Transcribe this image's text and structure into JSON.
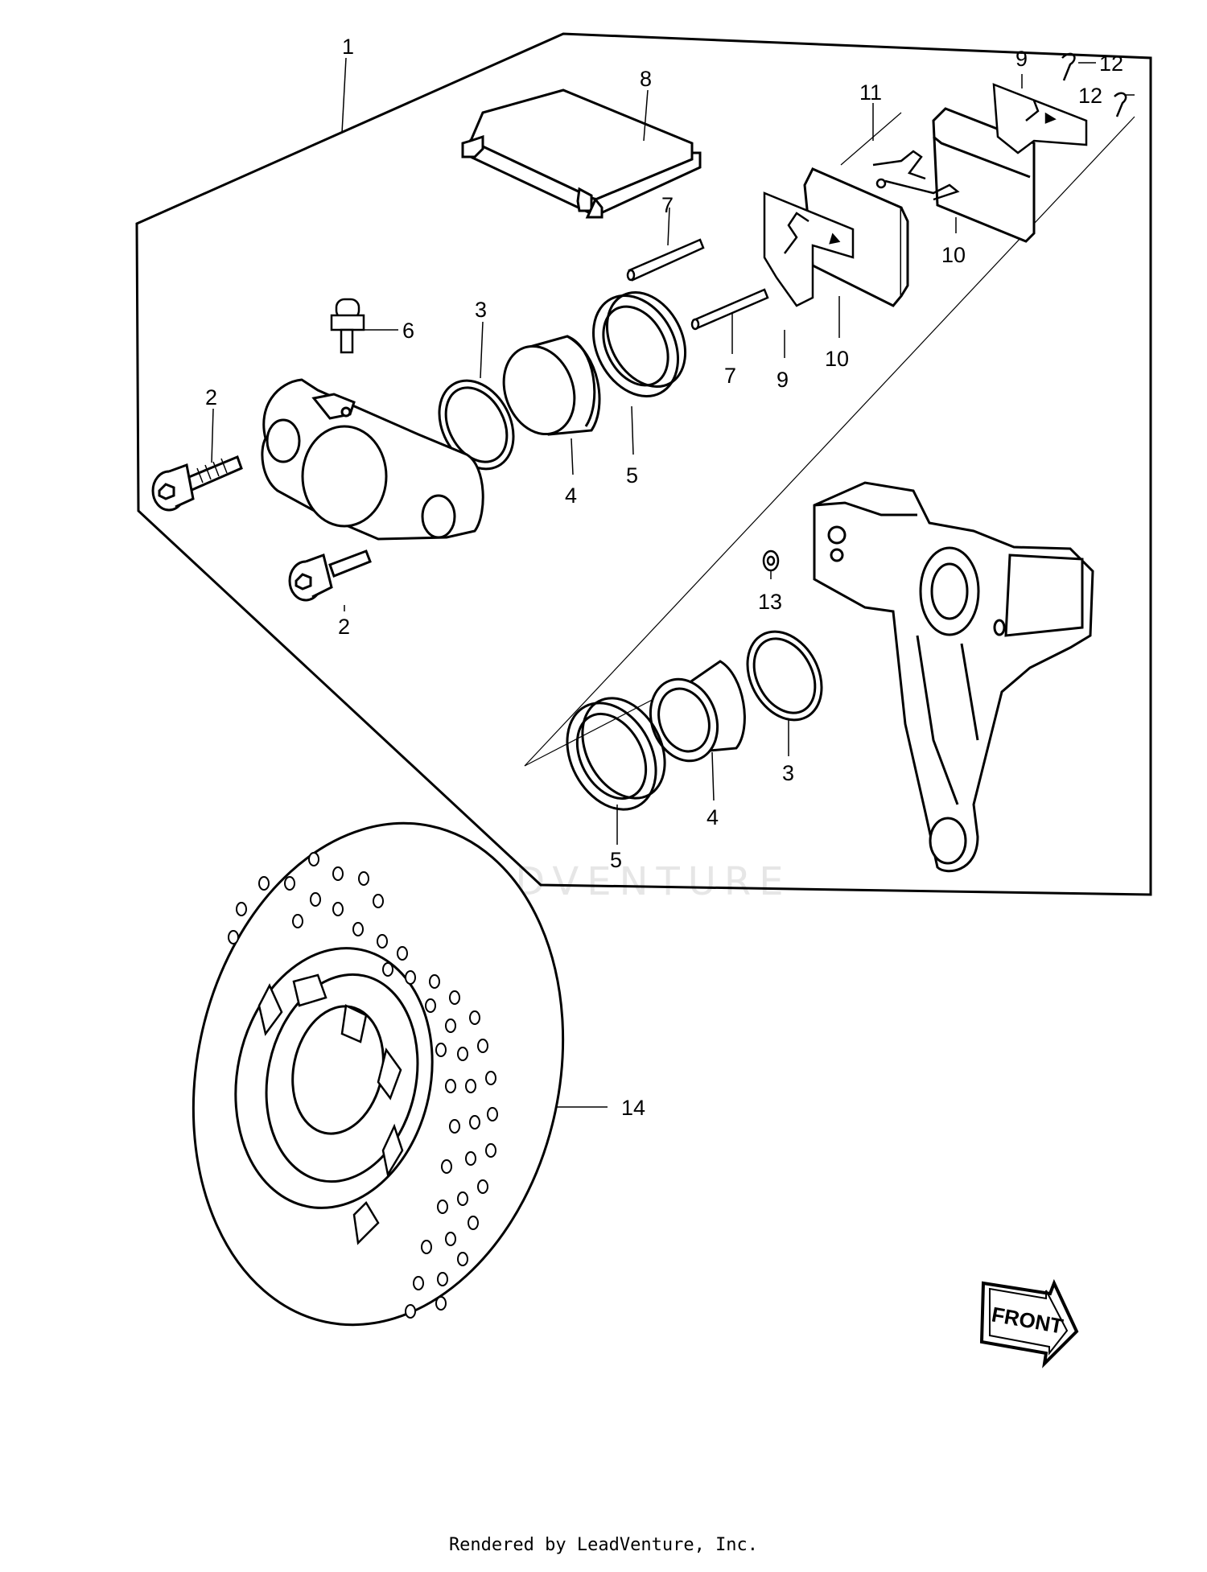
{
  "watermark": "LEADVENTURE",
  "callouts": {
    "c1": "1",
    "c8": "8",
    "c11": "11",
    "c9a": "9",
    "c12a": "12",
    "c12b": "12",
    "c7a": "7",
    "c6": "6",
    "c3a": "3",
    "c7b": "7",
    "c9b": "9",
    "c10a": "10",
    "c10b": "10",
    "c2a": "2",
    "c4a": "4",
    "c5a": "5",
    "c2b": "2",
    "c13": "13",
    "c3b": "3",
    "c4b": "4",
    "c5b": "5",
    "c14": "14"
  },
  "front_label": "FRONT",
  "footer": "Rendered by LeadVenture, Inc."
}
